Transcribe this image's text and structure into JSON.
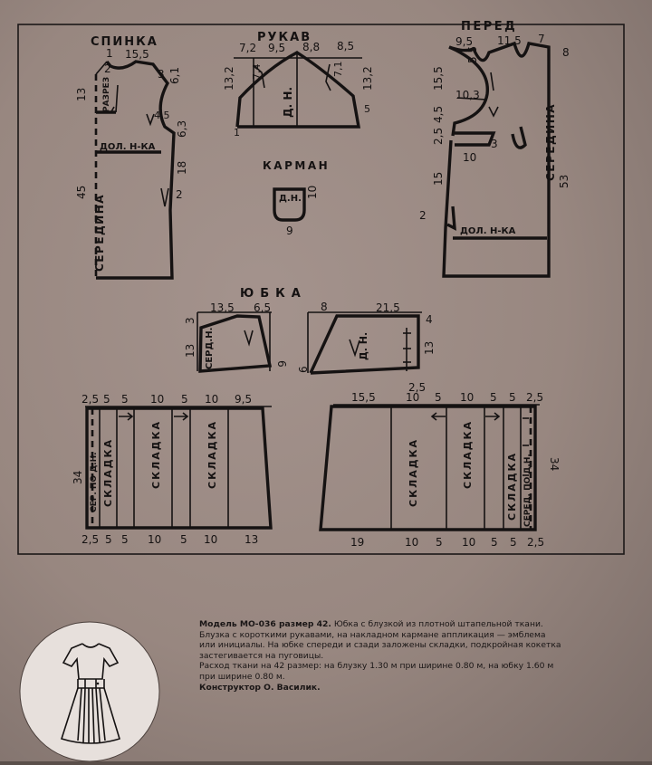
{
  "back": {
    "title": "СПИНКА",
    "measures": [
      "1",
      "15,5",
      "2",
      "3",
      "6,1",
      "13",
      "4,5",
      "6,3",
      "18",
      "2",
      "45"
    ],
    "labels": [
      "РАЗРЕЗ",
      "ДОЛ. Н-КА",
      "СЕРЕДИНА"
    ]
  },
  "sleeve": {
    "title": "РУКАВ",
    "measures": [
      "7,2",
      "9,5",
      "8,8",
      "8,5",
      "7,4",
      "7,1",
      "13,2",
      "13,2",
      "1",
      "5"
    ],
    "labels": [
      "Д. Н."
    ]
  },
  "front": {
    "title": "ПЕРЕД",
    "measures": [
      "9,5",
      "11,5",
      "7",
      "8",
      "5,5",
      "15,5",
      "10,3",
      "4,5",
      "2,5",
      "3",
      "10",
      "15",
      "53",
      "2"
    ],
    "labels": [
      "СЕРЕДИНА",
      "ДОЛ. Н-КА"
    ]
  },
  "pocket": {
    "title": "КАРМАН",
    "measures": [
      "10",
      "9"
    ],
    "labels": [
      "Д.Н."
    ]
  },
  "skirt": {
    "title": "ЮБКА",
    "yoke_back_measures": [
      "13,5",
      "6,5",
      "3",
      "13",
      "6"
    ],
    "yoke_back_label": "СЕРД.Н.",
    "yoke_front_measures": [
      "8",
      "21,5",
      "4",
      "6",
      "13",
      "2,5"
    ],
    "yoke_front_label": "Д. Н.",
    "back_top": [
      "2,5",
      "5",
      "5",
      "10",
      "5",
      "10",
      "9,5"
    ],
    "back_bottom": [
      "2,5",
      "5",
      "5",
      "10",
      "5",
      "10",
      "13"
    ],
    "back_side": "34",
    "back_labels": [
      "СЕР. ПО Д.Н.",
      "СКЛАДКА",
      "СКЛАДКА",
      "СКЛАДКА"
    ],
    "front_top": [
      "15,5",
      "10",
      "5",
      "10",
      "5",
      "5",
      "2,5"
    ],
    "front_bottom": [
      "19",
      "10",
      "5",
      "10",
      "5",
      "5",
      "2,5"
    ],
    "front_side": "34",
    "front_labels": [
      "СКЛАДКА",
      "СКЛАДКА",
      "СКЛАДКА",
      "СЕРЕД. ПО Д.Н."
    ]
  },
  "description": {
    "model_bold": "Модель МО-036 размер 42.",
    "model_text": "Юбка с блузкой из плотной штапельной ткани. Блузка с короткими рукавами, на накладном кармане аппликация — эмблема или инициалы. На юбке спереди и сзади заложены складки, подкройная кокетка застегивается на пуговицы.",
    "consumption": "Расход ткани на 42 размер: на блузку 1.30 м при ширине 0.80 м, на юбку 1.60 м при ширине 0.80 м.",
    "designer": "Конструктор О. Василик."
  }
}
